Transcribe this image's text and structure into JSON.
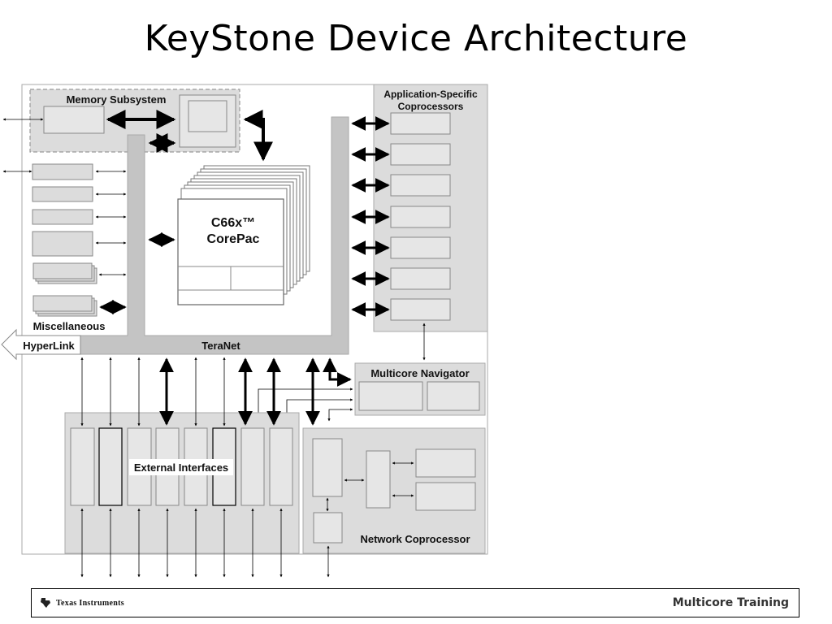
{
  "slide": {
    "title": "KeyStone Device Architecture"
  },
  "diagram": {
    "memory_subsystem": "Memory Subsystem",
    "coprocessors_line1": "Application-Specific",
    "coprocessors_line2": "Coprocessors",
    "corepac_line1": "C66x™",
    "corepac_line2": "CorePac",
    "miscellaneous": "Miscellaneous",
    "hyperlink": "HyperLink",
    "teranet": "TeraNet",
    "multicore_navigator": "Multicore Navigator",
    "external_interfaces": "External Interfaces",
    "network_coprocessor": "Network Coprocessor"
  },
  "footer": {
    "company": "Texas Instruments",
    "training_label": "Multicore Training"
  },
  "colors": {
    "block_fill": "#dcdcdc",
    "inner_fill": "#e6e6e6",
    "teranet_fill": "#c4c4c4",
    "stroke": "#888888"
  }
}
